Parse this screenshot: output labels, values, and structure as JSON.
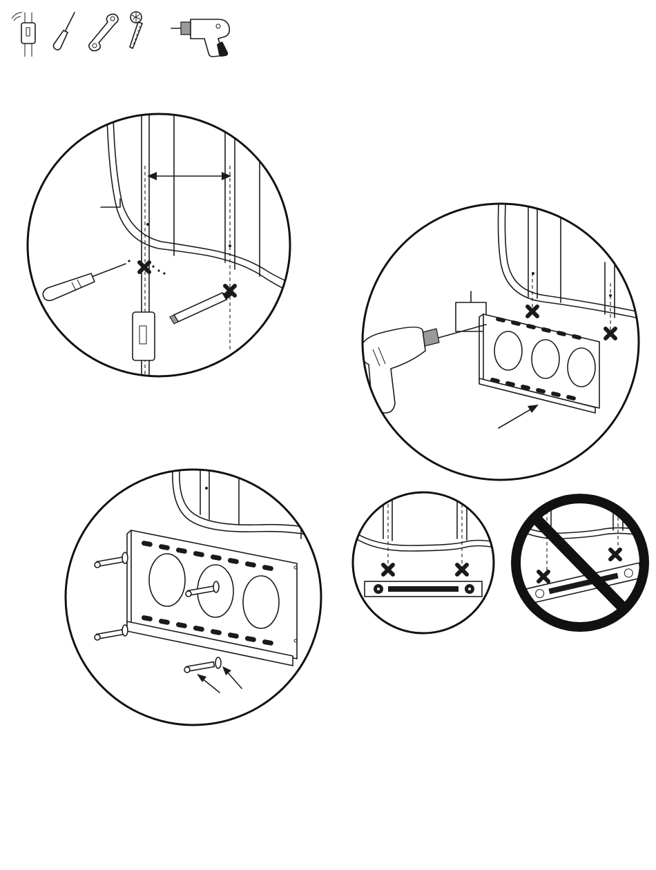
{
  "tools": [
    {
      "icon": "stud-finder-icon"
    },
    {
      "icon": "awl-icon"
    },
    {
      "icon": "wrench-icon"
    },
    {
      "icon": "masonry-drill-bit-icon"
    },
    {
      "icon": "power-drill-icon"
    }
  ],
  "steps": [
    {
      "id": "locate-studs",
      "icon": "stud-marking-icon"
    },
    {
      "id": "drill-pilot-holes",
      "icon": "drill-pilot-icon"
    },
    {
      "id": "attach-plate",
      "icon": "lag-bolt-icon"
    },
    {
      "id": "level-correct",
      "icon": "level-icon"
    },
    {
      "id": "level-incorrect",
      "icon": "prohibited-icon"
    }
  ]
}
